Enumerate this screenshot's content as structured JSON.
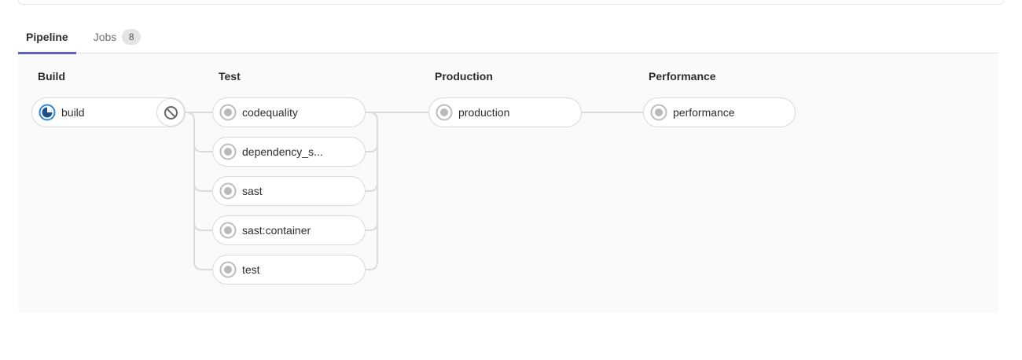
{
  "tabs": [
    {
      "label": "Pipeline",
      "active": true
    },
    {
      "label": "Jobs",
      "active": false,
      "badge": "8"
    }
  ],
  "stages": [
    {
      "name": "Build",
      "jobs": [
        {
          "label": "build",
          "status": "running",
          "action": "cancel"
        }
      ]
    },
    {
      "name": "Test",
      "jobs": [
        {
          "label": "codequality",
          "status": "created"
        },
        {
          "label": "dependency_s...",
          "status": "created"
        },
        {
          "label": "sast",
          "status": "created"
        },
        {
          "label": "sast:container",
          "status": "created"
        },
        {
          "label": "test",
          "status": "created"
        }
      ]
    },
    {
      "name": "Production",
      "jobs": [
        {
          "label": "production",
          "status": "created"
        }
      ]
    },
    {
      "name": "Performance",
      "jobs": [
        {
          "label": "performance",
          "status": "created"
        }
      ]
    }
  ],
  "colors": {
    "active_tab_underline": "#6063c0",
    "running_icon_ring": "#2d86e2",
    "running_icon_pie": "#1d4d8c",
    "created_icon": "#bdbdbd",
    "cancel_icon": "#666666",
    "connector_line": "#dbdbdb",
    "pill_border": "#d9d9d9",
    "graph_background": "#fafafa",
    "badge_background": "#e4e4e4"
  }
}
